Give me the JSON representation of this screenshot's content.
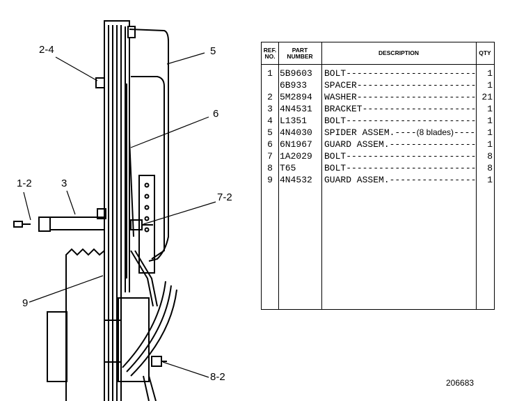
{
  "callouts": [
    "2-4",
    "5",
    "6",
    "1-2",
    "3",
    "7-2",
    "9",
    "8-2"
  ],
  "table": {
    "headers": {
      "ref": "REF. NO.",
      "part": "PART NUMBER",
      "desc": "DESCRIPTION",
      "qty": "QTY"
    },
    "rows": [
      {
        "ref": "1",
        "part": "5B9603",
        "desc": "BOLT",
        "note": "",
        "qty": "1"
      },
      {
        "ref": "",
        "part": "6B933",
        "desc": "SPACER",
        "note": "",
        "qty": "1"
      },
      {
        "ref": "2",
        "part": "5M2894",
        "desc": "WASHER",
        "note": "",
        "qty": "21"
      },
      {
        "ref": "3",
        "part": "4N4531",
        "desc": "BRACKET",
        "note": "",
        "qty": "1"
      },
      {
        "ref": "4",
        "part": "L1351",
        "desc": "BOLT",
        "note": "",
        "qty": "1"
      },
      {
        "ref": "5",
        "part": "4N4030",
        "desc": "SPIDER ASSEM.",
        "note": "(8 blades)",
        "qty": "1"
      },
      {
        "ref": "6",
        "part": "6N1967",
        "desc": "GUARD ASSEM.",
        "note": "",
        "qty": "1"
      },
      {
        "ref": "7",
        "part": "1A2029",
        "desc": "BOLT",
        "note": "",
        "qty": "8"
      },
      {
        "ref": "8",
        "part": "T65",
        "desc": "BOLT",
        "note": "",
        "qty": "8"
      },
      {
        "ref": "9",
        "part": "4N4532",
        "desc": "GUARD ASSEM.",
        "note": "",
        "qty": "1"
      }
    ]
  },
  "drawing_number": "206683"
}
